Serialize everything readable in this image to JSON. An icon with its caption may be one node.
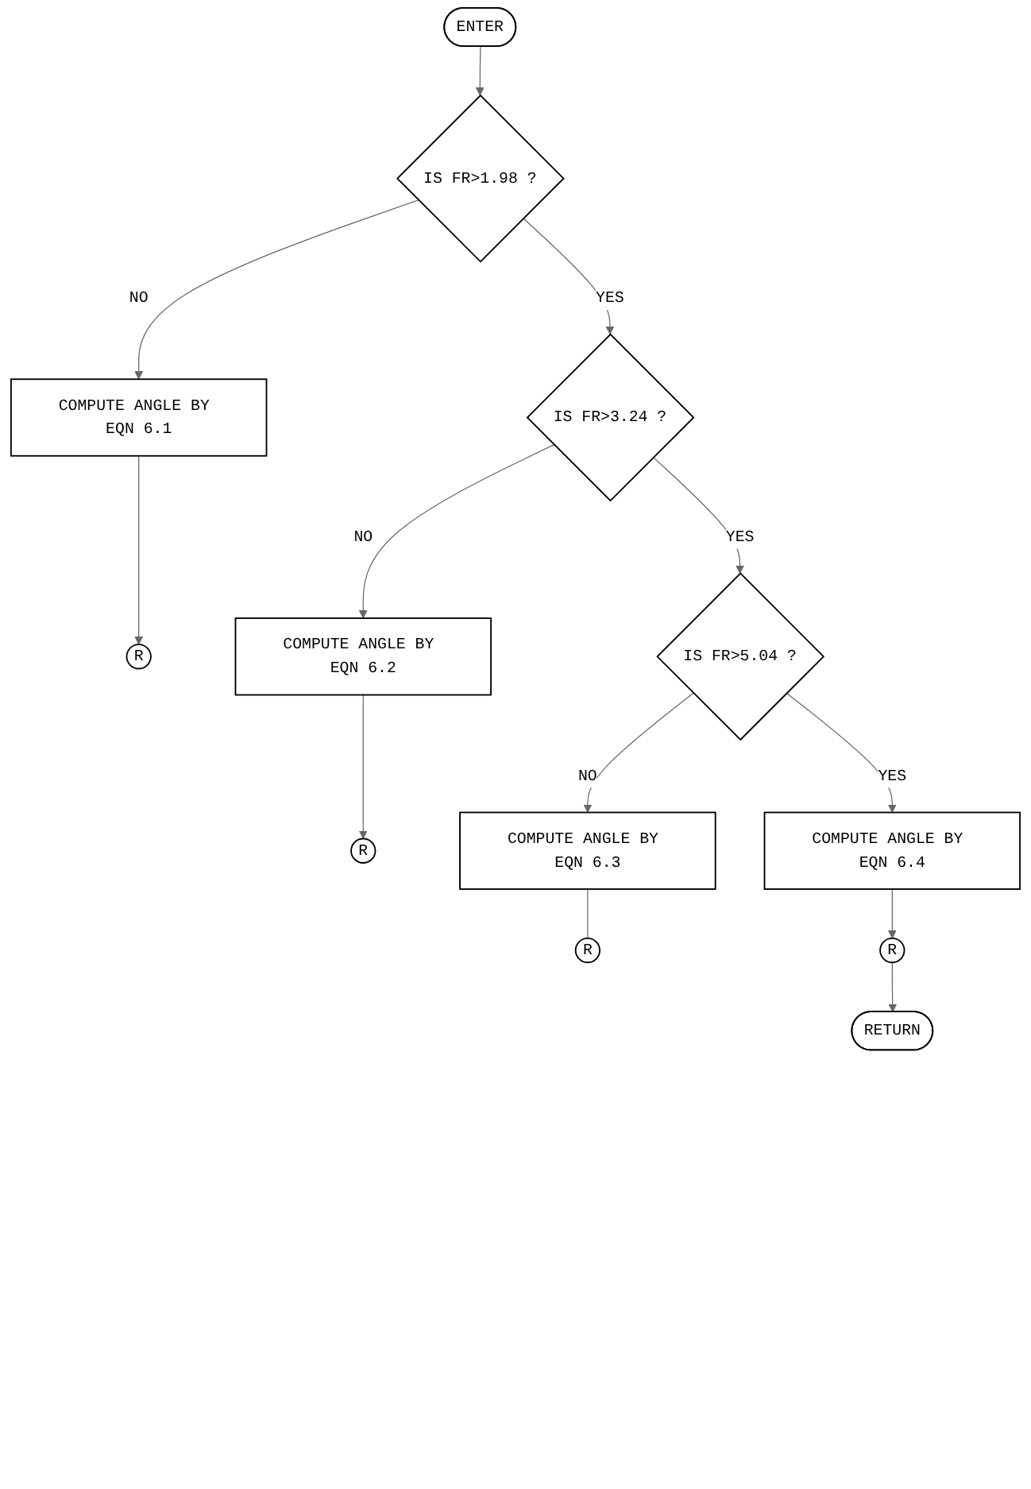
{
  "diagram": {
    "nodes": [
      {
        "text": [
          "ENTER"
        ]
      },
      {
        "text": [
          "IS FR>1.98 ?"
        ]
      },
      {
        "text": [
          "COMPUTE ANGLE BY EQN 6.1"
        ]
      },
      {
        "text": [
          "R"
        ]
      },
      {
        "text": [
          "IS FR>3.24 ?"
        ]
      },
      {
        "text": [
          "COMPUTE ANGLE BY EQN 6.2"
        ]
      },
      {
        "text": [
          "R"
        ]
      },
      {
        "text": [
          "IS FR>5.04 ?"
        ]
      },
      {
        "text": [
          "COMPUTE ANGLE BY EQN 6.3"
        ]
      },
      {
        "text": [
          "R"
        ]
      },
      {
        "text": [
          "COMPUTE ANGLE BY EQN 6.4"
        ]
      },
      {
        "text": [
          "R"
        ]
      },
      {
        "text": [
          "RETURN"
        ]
      }
    ],
    "edges": [
      {
        "from": 0,
        "to": 1,
        "arrow": "to"
      },
      {
        "from": 1,
        "to": 2,
        "arrow": "to",
        "label": "NO"
      },
      {
        "from": 2,
        "to": 3,
        "arrow": "to"
      },
      {
        "from": 1,
        "to": 4,
        "arrow": "to",
        "label": "YES"
      },
      {
        "from": 4,
        "to": 5,
        "arrow": "to",
        "label": "NO"
      },
      {
        "from": 5,
        "to": 6,
        "arrow": "to"
      },
      {
        "from": 4,
        "to": 7,
        "arrow": "to",
        "label": "YES"
      },
      {
        "from": 7,
        "to": 8,
        "arrow": "to",
        "label": "NO"
      },
      {
        "from": 8,
        "to": 9,
        "arrow": "none"
      },
      {
        "from": 7,
        "to": 10,
        "arrow": "to",
        "label": "YES"
      },
      {
        "from": 10,
        "to": 11,
        "arrow": "to"
      },
      {
        "from": 11,
        "to": 12,
        "arrow": "to"
      }
    ]
  }
}
